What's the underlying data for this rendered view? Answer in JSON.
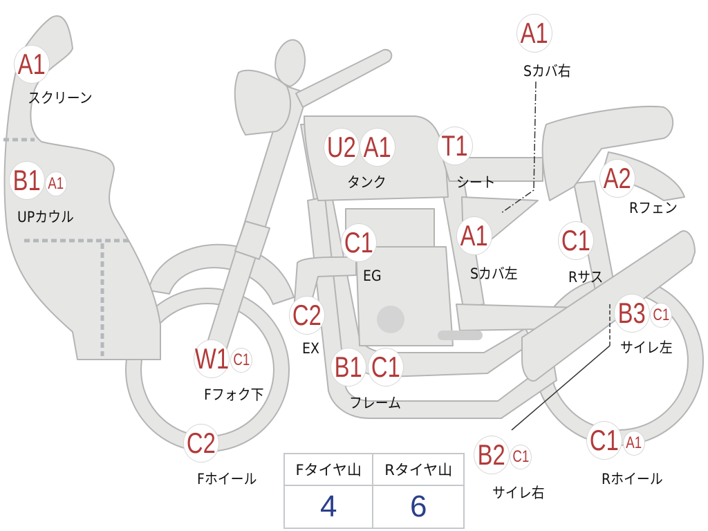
{
  "title": "バイク状態図",
  "colors": {
    "body": "#e6e6e4",
    "outline": "#b4b4b4",
    "grade": "#b23a3a",
    "value": "#2a3f8a"
  },
  "parts": [
    {
      "name": "スクリーン",
      "grades": [
        "A1"
      ]
    },
    {
      "name": "UPカウル",
      "grades": [
        "B1",
        "A1"
      ]
    },
    {
      "name": "タンク",
      "grades": [
        "U2",
        "A1"
      ]
    },
    {
      "name": "シート",
      "grades": [
        "T1"
      ]
    },
    {
      "name": "Sカバ右",
      "grades": [
        "A1"
      ]
    },
    {
      "name": "Rフェン",
      "grades": [
        "A2"
      ]
    },
    {
      "name": "EG",
      "grades": [
        "C1"
      ]
    },
    {
      "name": "Sカバ左",
      "grades": [
        "A1"
      ]
    },
    {
      "name": "Rサス",
      "grades": [
        "C1"
      ]
    },
    {
      "name": "EX",
      "grades": [
        "C2"
      ]
    },
    {
      "name": "サイレ左",
      "grades": [
        "B3",
        "C1"
      ]
    },
    {
      "name": "Fフォク下",
      "grades": [
        "W1",
        "C1"
      ]
    },
    {
      "name": "フレーム",
      "grades": [
        "B1",
        "C1"
      ]
    },
    {
      "name": "Fホイール",
      "grades": [
        "C2"
      ]
    },
    {
      "name": "サイレ右",
      "grades": [
        "B2",
        "C1"
      ]
    },
    {
      "name": "Rホイール",
      "grades": [
        "C1",
        "A1"
      ]
    }
  ],
  "tire_table": {
    "headers": [
      "Fタイヤ山",
      "Rタイヤ山"
    ],
    "values": [
      "4",
      "6"
    ]
  }
}
